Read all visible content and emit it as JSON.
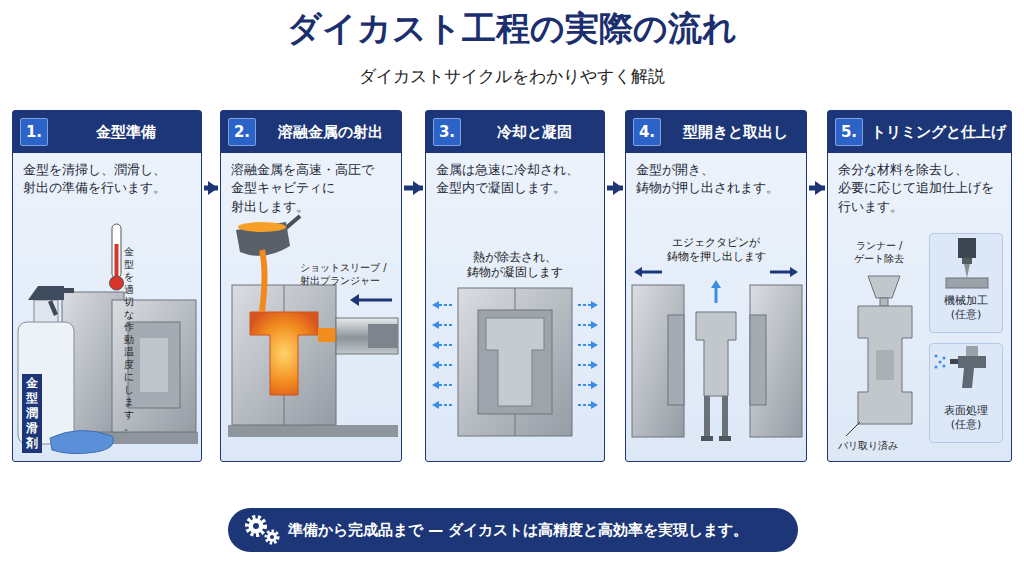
{
  "diagram": {
    "title": "ダイカスト工程の実際の流れ",
    "nodes": [
      {
        "text": [
          "金型準備",
          "金型を清掃し、潤滑し、 射出の準備を行います。"
        ]
      },
      {
        "text": [
          "1."
        ],
        "in": 0
      },
      {
        "text": [
          "溶融金属の射出",
          "溶融金属を高速・高圧で 金型キャビティに 射出します。"
        ]
      },
      {
        "text": [
          "2."
        ],
        "in": 2
      },
      {
        "text": [
          "冷却と凝固",
          "金属は急速に冷却され、 金型内で凝固します。"
        ]
      },
      {
        "text": [
          "3."
        ],
        "in": 4
      },
      {
        "text": [
          "型開きと取出し",
          "金型が開き、 鋳物が押し出されます。"
        ]
      },
      {
        "text": [
          "4."
        ],
        "in": 6
      },
      {
        "text": [
          "トリミングと仕上げ",
          "余分な材料を除去し、 必要に応じて追加仕上げを 行います。"
        ]
      },
      {
        "text": [
          "5."
        ],
        "in": 8
      },
      {
        "text": [
          "機械加工 (任意)"
        ],
        "in": 8
      },
      {
        "text": [
          "表面処理 (任意)"
        ],
        "in": 8
      },
      {
        "text": [
          "準備から完成品まで — ダイカストは高精度と高効率を実現します。"
        ]
      }
    ],
    "edges": [
      {
        "from": 0,
        "to": 2,
        "arrow": "to"
      },
      {
        "from": 2,
        "to": 4,
        "arrow": "to"
      },
      {
        "from": 4,
        "to": 6,
        "arrow": "to"
      },
      {
        "from": 6,
        "to": 8,
        "arrow": "to"
      }
    ],
    "labels": [
      "ダイカストサイクルをわかりやすく解説",
      "金型を 適切な作動 温度にします。",
      "金型 潤滑剤",
      "ショットスリーブ / 射出プランジャー",
      "熱が除去され、 鋳物が凝固します",
      "エジェクタピンが 鋳物を押し出します",
      "ランナー / ゲート除去",
      "バリ取り済み"
    ]
  }
}
